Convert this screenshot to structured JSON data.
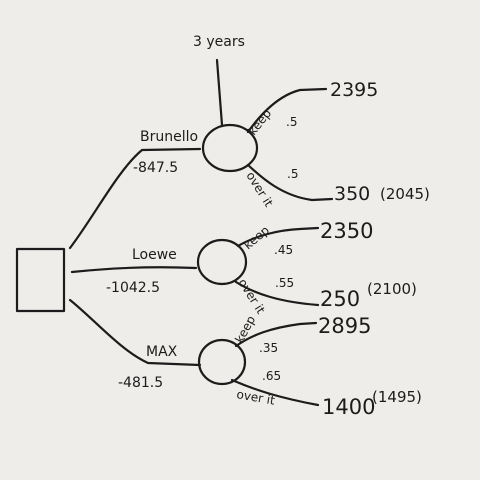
{
  "diagram": {
    "note": "3 years",
    "decision_node": "",
    "branches": [
      {
        "name": "Brunello",
        "cost": "-847.5",
        "outcomes": [
          {
            "label": "keep",
            "prob": ".5",
            "payoff": "2395",
            "alt": ""
          },
          {
            "label": "over it",
            "prob": ".5",
            "payoff": "350",
            "alt": "(2045)"
          }
        ]
      },
      {
        "name": "Loewe",
        "cost": "-1042.5",
        "outcomes": [
          {
            "label": "keep",
            "prob": ".45",
            "payoff": "2350",
            "alt": ""
          },
          {
            "label": "over it",
            "prob": ".55",
            "payoff": "250",
            "alt": "(2100)"
          }
        ]
      },
      {
        "name": "MAX",
        "cost": "-481.5",
        "outcomes": [
          {
            "label": "keep",
            "prob": ".35",
            "payoff": "2895",
            "alt": ""
          },
          {
            "label": "over it",
            "prob": ".65",
            "payoff": "1400",
            "alt": "(1495)"
          }
        ]
      }
    ]
  }
}
